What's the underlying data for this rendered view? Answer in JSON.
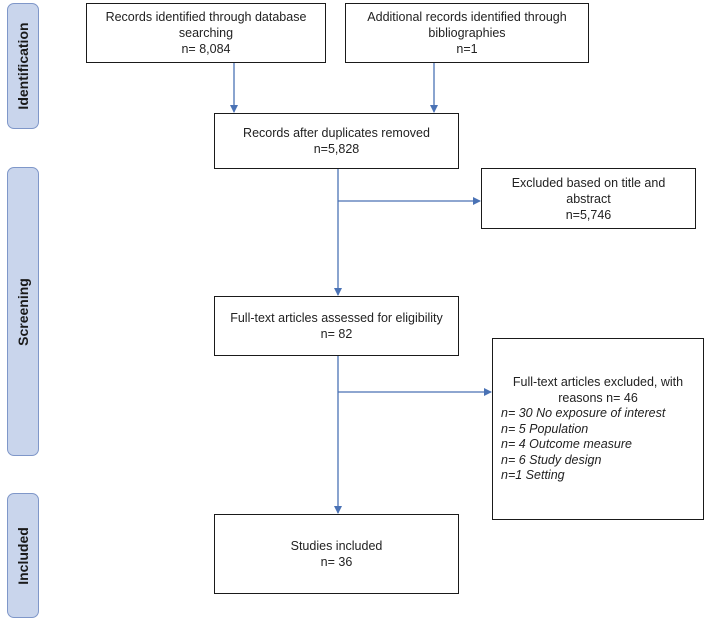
{
  "phases": {
    "identification": "Identification",
    "screening": "Screening",
    "included": "Included"
  },
  "boxes": {
    "database": {
      "line1": "Records identified through database",
      "line2": "searching",
      "line3": "n= 8,084"
    },
    "bibliographies": {
      "line1": "Additional records identified through",
      "line2": "bibliographies",
      "line3": "n=1"
    },
    "duplicates": {
      "line1": "Records after duplicates removed",
      "line2": "n=5,828"
    },
    "excluded_title": {
      "line1": "Excluded based on title and",
      "line2": "abstract",
      "line3": "n=5,746"
    },
    "fulltext": {
      "line1": "Full-text articles assessed for eligibility",
      "line2": "n=  82"
    },
    "fulltext_excluded": {
      "line1": "Full-text articles excluded, with",
      "line2": "reasons n= 46",
      "reasons": [
        "n= 30 No exposure of interest",
        "n= 5 Population",
        "n= 4 Outcome measure",
        "n= 6 Study design",
        "n=1 Setting"
      ]
    },
    "included": {
      "line1": "Studies included",
      "line2": "n= 36"
    }
  },
  "colors": {
    "arrow": "#4a72b5",
    "phase_fill": "#c9d5ec",
    "phase_border": "#7f97c9"
  }
}
